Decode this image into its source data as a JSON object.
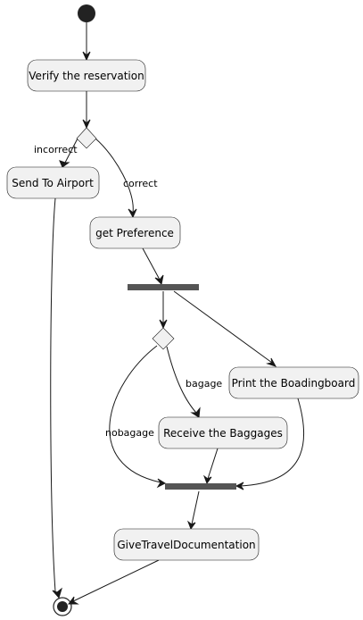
{
  "diagram": {
    "type": "activity",
    "actions": {
      "verify": "Verify the reservation",
      "send_airport": "Send To Airport",
      "get_preference": "get Preference",
      "print_board": "Print the Boadingboard",
      "receive_baggages": "Receive the Baggages",
      "give_docs": "GiveTravelDocumentation"
    },
    "edge_labels": {
      "incorrect": "incorrect",
      "correct": "correct",
      "bagage": "bagage",
      "nobagage": "nobagage"
    },
    "colors": {
      "node_fill": "#f1f1f1",
      "node_stroke": "#181818",
      "bar": "#555555",
      "start": "#222222"
    }
  }
}
